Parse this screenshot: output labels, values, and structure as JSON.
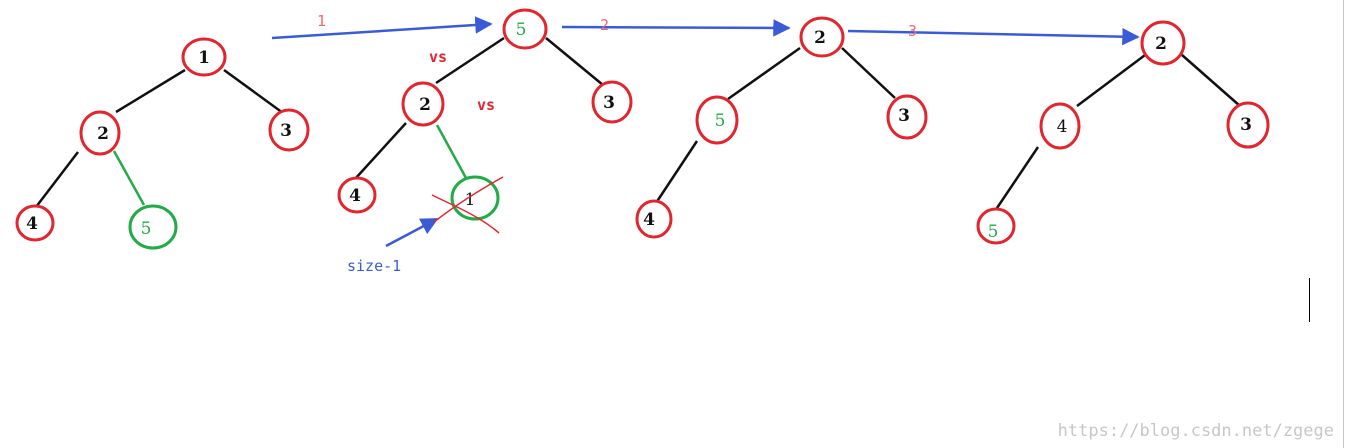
{
  "colors": {
    "node_border": "#e0262f",
    "node_text": "#111111",
    "edge": "#111111",
    "highlight": "#22ab48",
    "arrow": "#3b5bd6",
    "step_label": "#f06a6a",
    "vs_label": "#e0262f",
    "note": "#3b5bd6",
    "watermark": "#c7c7c7"
  },
  "steps": [
    {
      "arrow": "1",
      "nodes": [
        {
          "id": "a1",
          "label": "1",
          "highlight": false
        },
        {
          "id": "a2",
          "label": "2",
          "highlight": false
        },
        {
          "id": "a3",
          "label": "3",
          "highlight": false
        },
        {
          "id": "a4",
          "label": "4",
          "highlight": false
        },
        {
          "id": "a5",
          "label": "5",
          "highlight": true
        }
      ]
    },
    {
      "arrow": "2",
      "comparisons": [
        "vs",
        "vs"
      ],
      "removed_note": "size-1",
      "nodes": [
        {
          "id": "b5",
          "label": "5",
          "highlight": true
        },
        {
          "id": "b2",
          "label": "2",
          "highlight": false
        },
        {
          "id": "b3",
          "label": "3",
          "highlight": false
        },
        {
          "id": "b4",
          "label": "4",
          "highlight": false
        },
        {
          "id": "b1",
          "label": "1",
          "highlight": true,
          "removed": true
        }
      ]
    },
    {
      "arrow": "3",
      "nodes": [
        {
          "id": "c2",
          "label": "2",
          "highlight": false
        },
        {
          "id": "c5",
          "label": "5",
          "highlight": false
        },
        {
          "id": "c3",
          "label": "3",
          "highlight": false
        },
        {
          "id": "c4",
          "label": "4",
          "highlight": false
        }
      ]
    },
    {
      "nodes": [
        {
          "id": "d2",
          "label": "2",
          "highlight": false
        },
        {
          "id": "d4",
          "label": "4",
          "highlight": false
        },
        {
          "id": "d3",
          "label": "3",
          "highlight": false
        },
        {
          "id": "d5",
          "label": "5",
          "highlight": false
        }
      ]
    }
  ],
  "watermark": "https://blog.csdn.net/zgege"
}
